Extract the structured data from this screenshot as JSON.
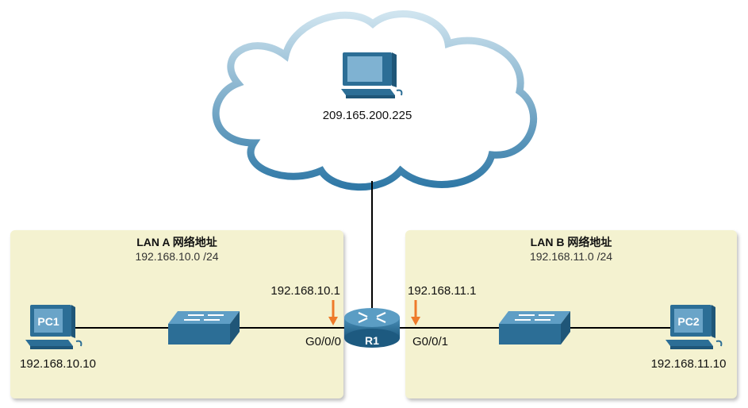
{
  "internet": {
    "server_ip": "209.165.200.225",
    "server_icon": "desktop-computer-icon"
  },
  "lan_a": {
    "title": "LAN A 网络地址",
    "network": "192.168.10.0 /24",
    "gateway_ip": "192.168.10.1",
    "router_interface": "G0/0/0",
    "pc_label": "PC1",
    "pc_ip": "192.168.10.10"
  },
  "lan_b": {
    "title": "LAN B 网络地址",
    "network": "192.168.11.0 /24",
    "gateway_ip": "192.168.11.1",
    "router_interface": "G0/0/1",
    "pc_label": "PC2",
    "pc_ip": "192.168.11.10"
  },
  "router": {
    "label": "R1"
  },
  "colors": {
    "lan_box_fill": "#f4f2d0",
    "device_blue": "#2c6e96",
    "device_light": "#6aa4c8",
    "arrow_orange": "#ee7a2a",
    "cloud_stroke": "#3a82ad",
    "link_line": "#000000"
  }
}
